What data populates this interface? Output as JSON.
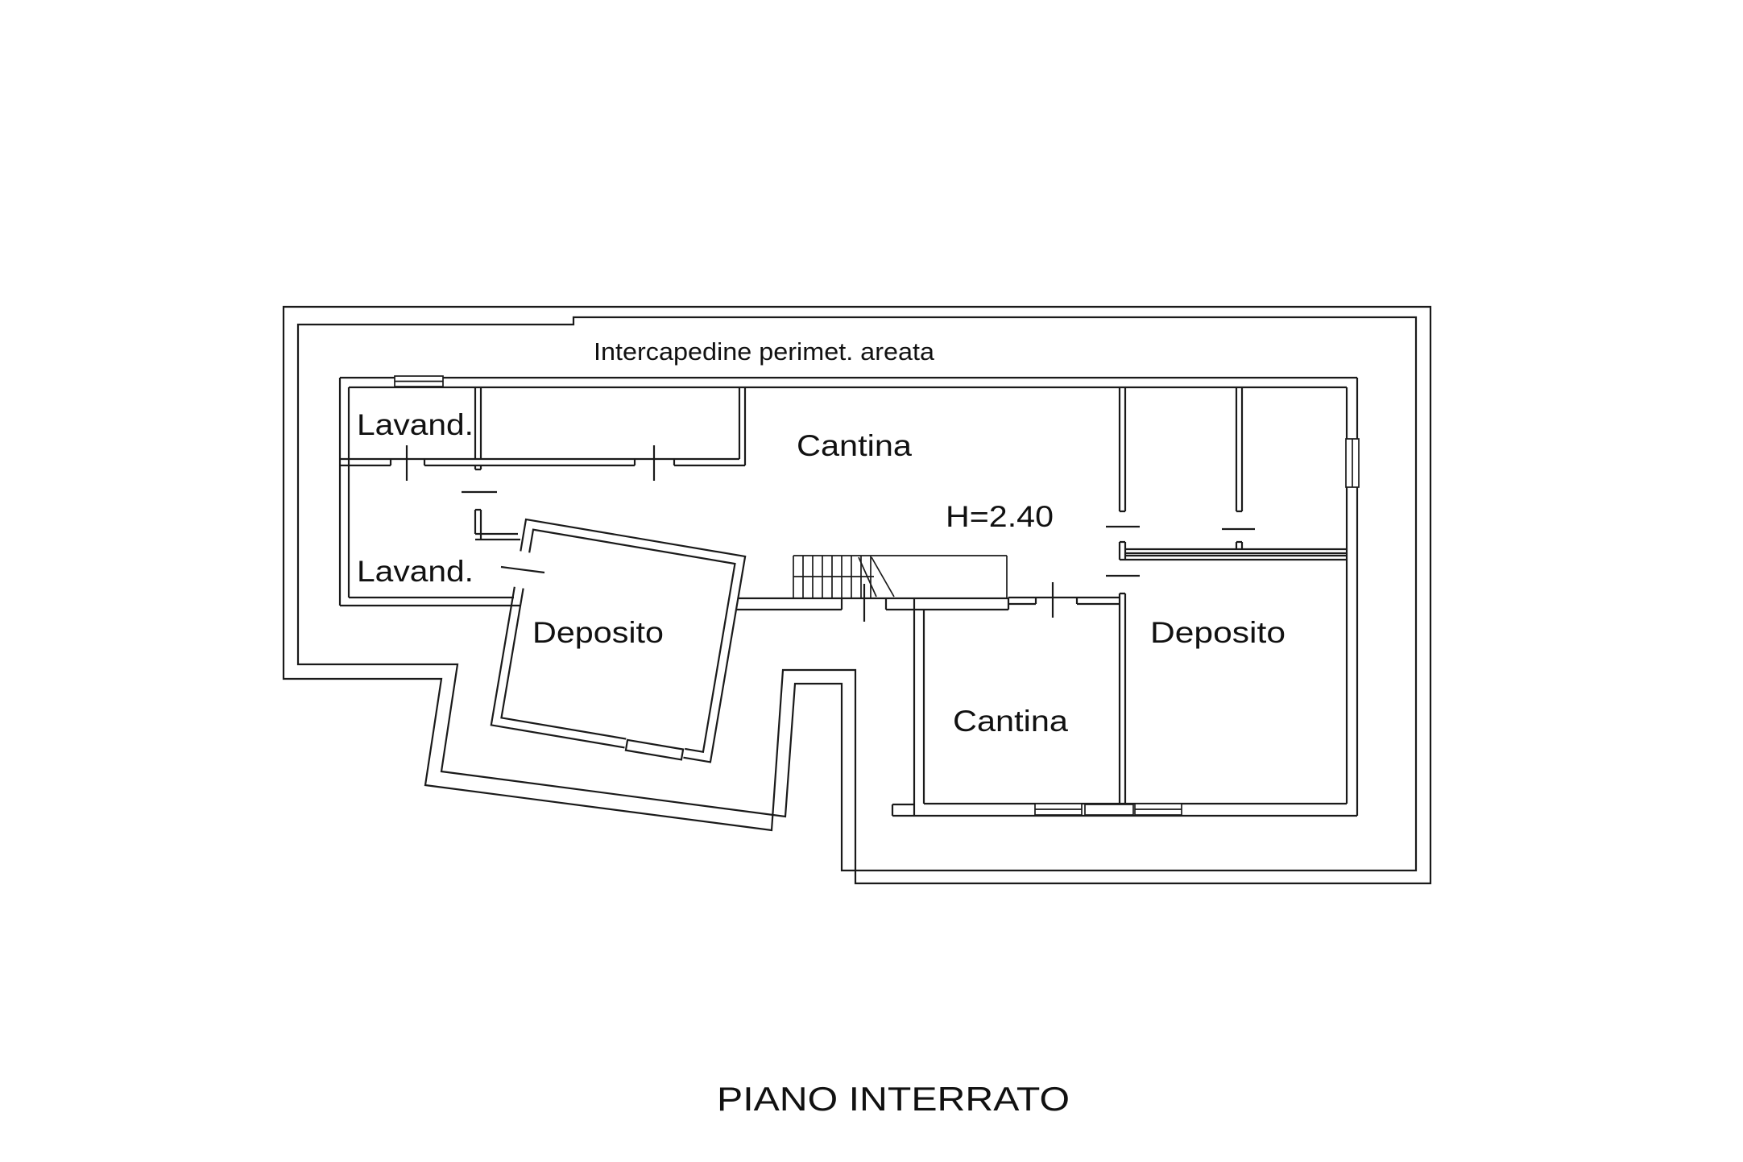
{
  "title": "PIANO INTERRATO",
  "plan": {
    "perimeter_label": "Intercapedine perimet. areata",
    "height_note": "H=2.40",
    "rooms": {
      "lavand_1": "Lavand.",
      "lavand_2": "Lavand.",
      "cantina_upper": "Cantina",
      "cantina_lower": "Cantina",
      "deposito_rotated": "Deposito",
      "deposito_right": "Deposito"
    }
  },
  "colors": {
    "line": "#1a1a1a",
    "background": "#ffffff",
    "text": "#111111"
  }
}
